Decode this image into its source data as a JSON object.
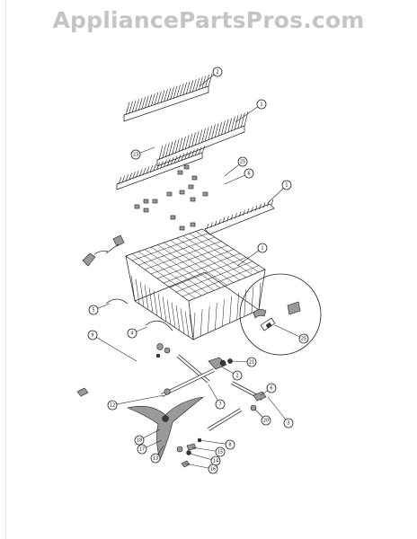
{
  "header": {
    "watermark": "AppliancePartsPros.com"
  },
  "callouts": [
    {
      "id": "c1",
      "label": "2"
    },
    {
      "id": "c2",
      "label": "1"
    },
    {
      "id": "c3",
      "label": "23"
    },
    {
      "id": "c4",
      "label": "25"
    },
    {
      "id": "c5",
      "label": "6"
    },
    {
      "id": "c6",
      "label": "1"
    },
    {
      "id": "c7",
      "label": "1"
    },
    {
      "id": "c8",
      "label": "5"
    },
    {
      "id": "c9",
      "label": "4"
    },
    {
      "id": "c10",
      "label": "9"
    },
    {
      "id": "c11",
      "label": "25"
    },
    {
      "id": "c12",
      "label": "21"
    },
    {
      "id": "c13",
      "label": "2"
    },
    {
      "id": "c14",
      "label": "6"
    },
    {
      "id": "c15",
      "label": "7"
    },
    {
      "id": "c16",
      "label": "12"
    },
    {
      "id": "c17",
      "label": "20"
    },
    {
      "id": "c18",
      "label": "3"
    },
    {
      "id": "c19",
      "label": "18"
    },
    {
      "id": "c20",
      "label": "17"
    },
    {
      "id": "c21",
      "label": "13"
    },
    {
      "id": "c22",
      "label": "8"
    },
    {
      "id": "c23",
      "label": "15"
    },
    {
      "id": "c24",
      "label": "14"
    },
    {
      "id": "c25",
      "label": "16"
    }
  ]
}
